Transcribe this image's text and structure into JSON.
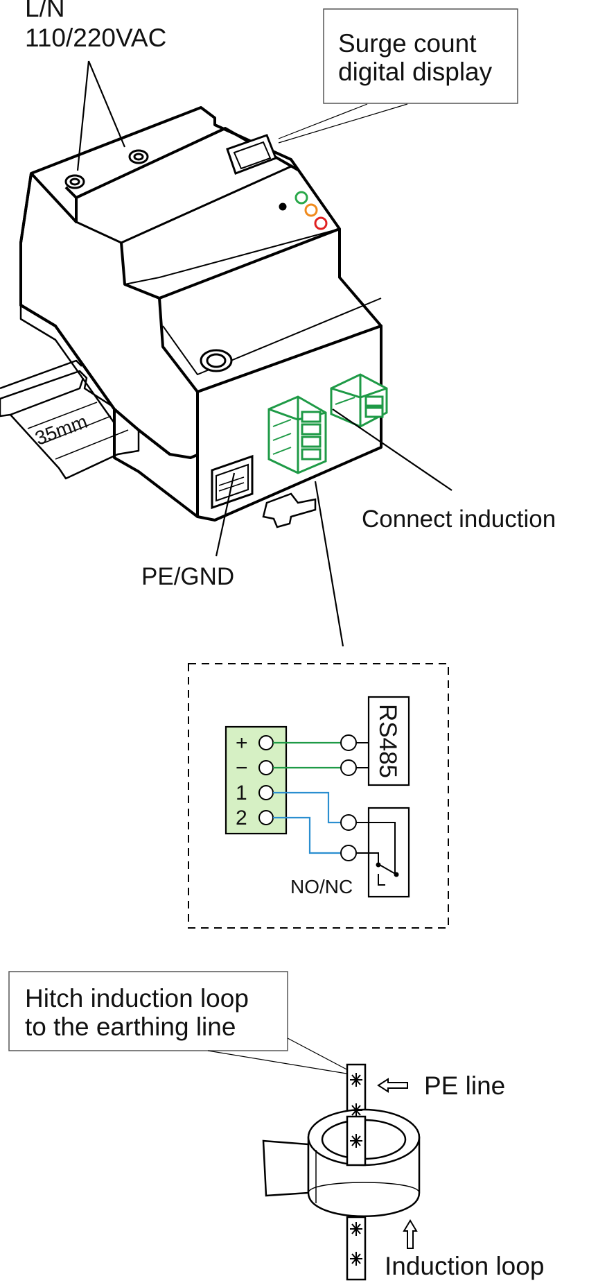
{
  "labels": {
    "power_line1": "L/N",
    "power_line2": "110/220VAC",
    "display_line1": "Surge count",
    "display_line2": "digital display",
    "connect_induction": "Connect induction",
    "pe_gnd": "PE/GND",
    "rail_width": "35mm",
    "rs485": "RS485",
    "no_nc": "NO/NC",
    "terminals": [
      "+",
      "−",
      "1",
      "2"
    ],
    "hitch_line1": "Hitch induction loop",
    "hitch_line2": "to the earthing line",
    "pe_line": "PE line",
    "induction_loop": "Induction loop"
  },
  "colors": {
    "terminal_green": "#1e9a46",
    "terminal_fill": "#d6f0c4",
    "wire_green": "#1e9a46",
    "wire_blue": "#2a8ed0",
    "led_green": "#2aa84a",
    "led_orange": "#f08a1c",
    "led_red": "#e02020"
  }
}
